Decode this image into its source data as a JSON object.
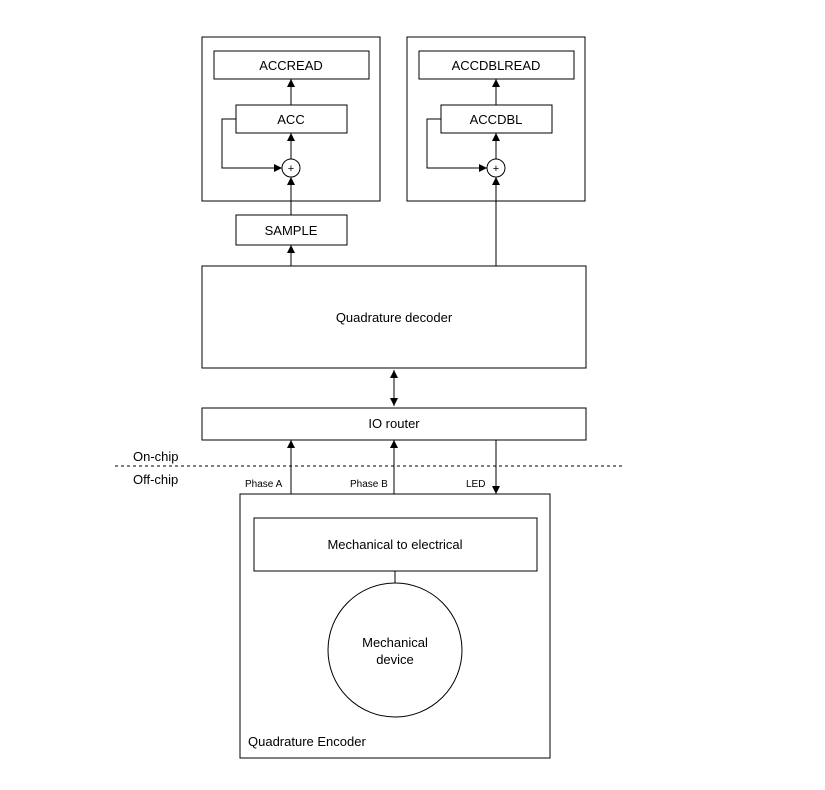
{
  "blocks": {
    "accread": "ACCREAD",
    "acc": "ACC",
    "accdblread": "ACCDBLREAD",
    "accdbl": "ACCDBL",
    "sample": "SAMPLE",
    "quadrature_decoder": "Quadrature decoder",
    "io_router": "IO router",
    "mech_to_elec": "Mechanical to electrical",
    "mech_device_line1": "Mechanical",
    "mech_device_line2": "device",
    "quadrature_encoder": "Quadrature Encoder",
    "adder_symbol": "+"
  },
  "regions": {
    "on_chip": "On-chip",
    "off_chip": "Off-chip"
  },
  "signals": {
    "phase_a": "Phase A",
    "phase_b": "Phase B",
    "led": "LED"
  }
}
